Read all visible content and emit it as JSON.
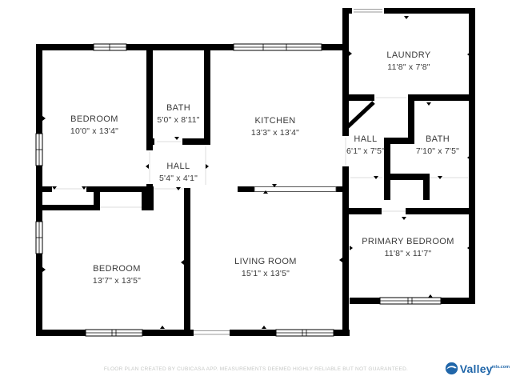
{
  "rooms": [
    {
      "name": "BEDROOM",
      "dims": "10'0\" x 13'4\""
    },
    {
      "name": "BATH",
      "dims": "5'0\" x 8'11\""
    },
    {
      "name": "KITCHEN",
      "dims": "13'3\" x 13'4\""
    },
    {
      "name": "LAUNDRY",
      "dims": "11'8\" x 7'8\""
    },
    {
      "name": "HALL",
      "dims": "6'1\" x 7'5\""
    },
    {
      "name": "BATH",
      "dims": "7'10\" x 7'5\""
    },
    {
      "name": "HALL",
      "dims": "5'4\" x 4'1\""
    },
    {
      "name": "BEDROOM",
      "dims": "13'7\" x 13'5\""
    },
    {
      "name": "LIVING ROOM",
      "dims": "15'1\" x 13'5\""
    },
    {
      "name": "PRIMARY BEDROOM",
      "dims": "11'8\" x 11'7\""
    }
  ],
  "footer": {
    "disclaimer": "FLOOR PLAN CREATED BY CUBICASA APP. MEASUREMENTS DEEMED HIGHLY RELIABLE BUT NOT GUARANTEED."
  },
  "logo": {
    "brand": "Valley",
    "suffix": "mls.com",
    "color": "#2066a9"
  },
  "colors": {
    "wall": "#000000",
    "label_text": "#3a3a3a",
    "disclaimer_text": "#c6c8c6"
  }
}
